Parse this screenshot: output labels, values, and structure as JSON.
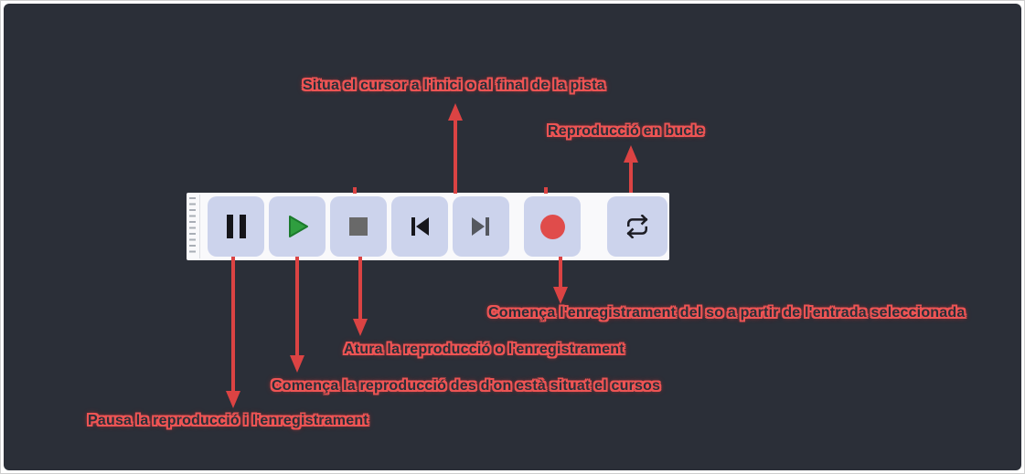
{
  "colors": {
    "background": "#2b2f38",
    "annotation_red": "#db4343",
    "toolbar_background": "#f9f9fb",
    "button_background": "#ccd3ec",
    "play_green": "#2f9e3f",
    "record_red": "#e04c4b"
  },
  "annotations": {
    "skip_label": "Situa el cursor a l'inici o al final de la pista",
    "loop_label": "Reproducció en bucle",
    "record_label": "Comença l'enregistrament del so a partir de l'entrada seleccionada",
    "stop_label": "Atura la reproducció o l'enregistrament",
    "play_label": "Comença la reproducció des d'on està situat el cursos",
    "pause_label": "Pausa la reproducció i l'enregistrament"
  },
  "toolbar": {
    "buttons": [
      {
        "id": "pause",
        "icon": "pause-icon"
      },
      {
        "id": "play",
        "icon": "play-icon"
      },
      {
        "id": "stop",
        "icon": "stop-icon"
      },
      {
        "id": "skip-to-start",
        "icon": "skip-to-start-icon"
      },
      {
        "id": "skip-to-end",
        "icon": "skip-to-end-icon"
      },
      {
        "id": "record",
        "icon": "record-icon"
      },
      {
        "id": "loop",
        "icon": "loop-icon"
      }
    ]
  }
}
